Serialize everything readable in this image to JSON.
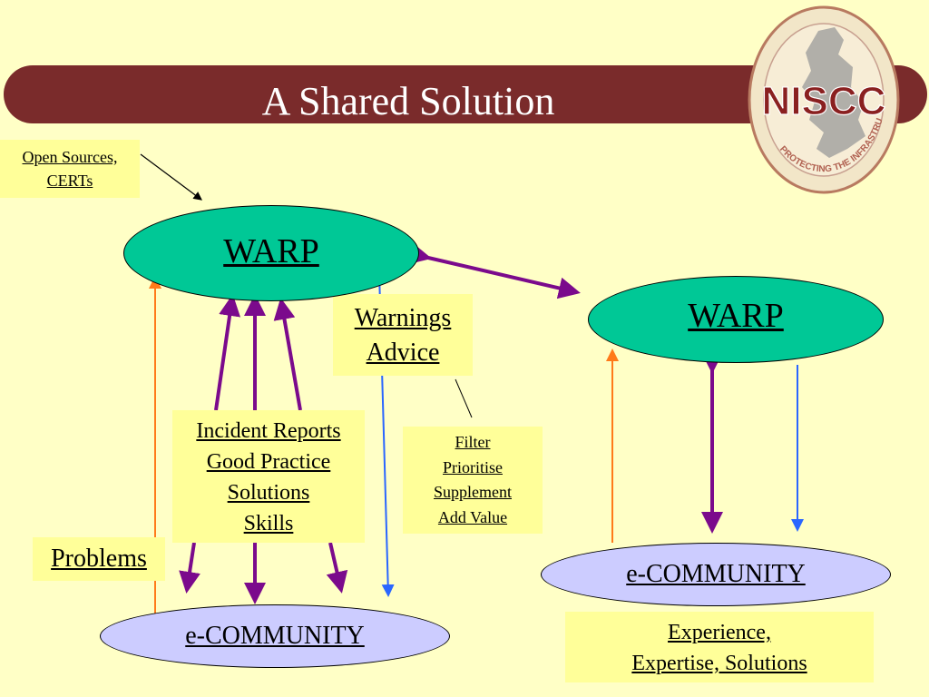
{
  "slide": {
    "title": "A Shared Solution"
  },
  "logo": {
    "text": "NISCC",
    "ring_text": "PROTECTING THE INFRASTRUCTURE"
  },
  "boxes": {
    "sources": [
      "Open Sources,",
      "CERTs"
    ],
    "warnings": [
      "Warnings",
      "Advice"
    ],
    "reports": [
      "Incident Reports",
      "Good Practice",
      "Solutions",
      "Skills"
    ],
    "filter": [
      "Filter",
      "Prioritise",
      "Supplement",
      "Add Value"
    ],
    "problems": "Problems",
    "experience": [
      "Experience,",
      "Expertise, Solutions"
    ]
  },
  "nodes": {
    "warp_left": "WARP",
    "warp_right": "WARP",
    "ecommunity_left": "e-COMMUNITY",
    "ecommunity_right": "e-COMMUNITY"
  },
  "colors": {
    "banner": "#7a2b2b",
    "background": "#ffffc6",
    "warp_fill": "#00c896",
    "community_fill": "#ccccff",
    "label_box": "#ffff99",
    "purple_arrow": "#7b0a8c",
    "orange_arrow": "#ff7a1a",
    "blue_arrow": "#2a66ff"
  }
}
